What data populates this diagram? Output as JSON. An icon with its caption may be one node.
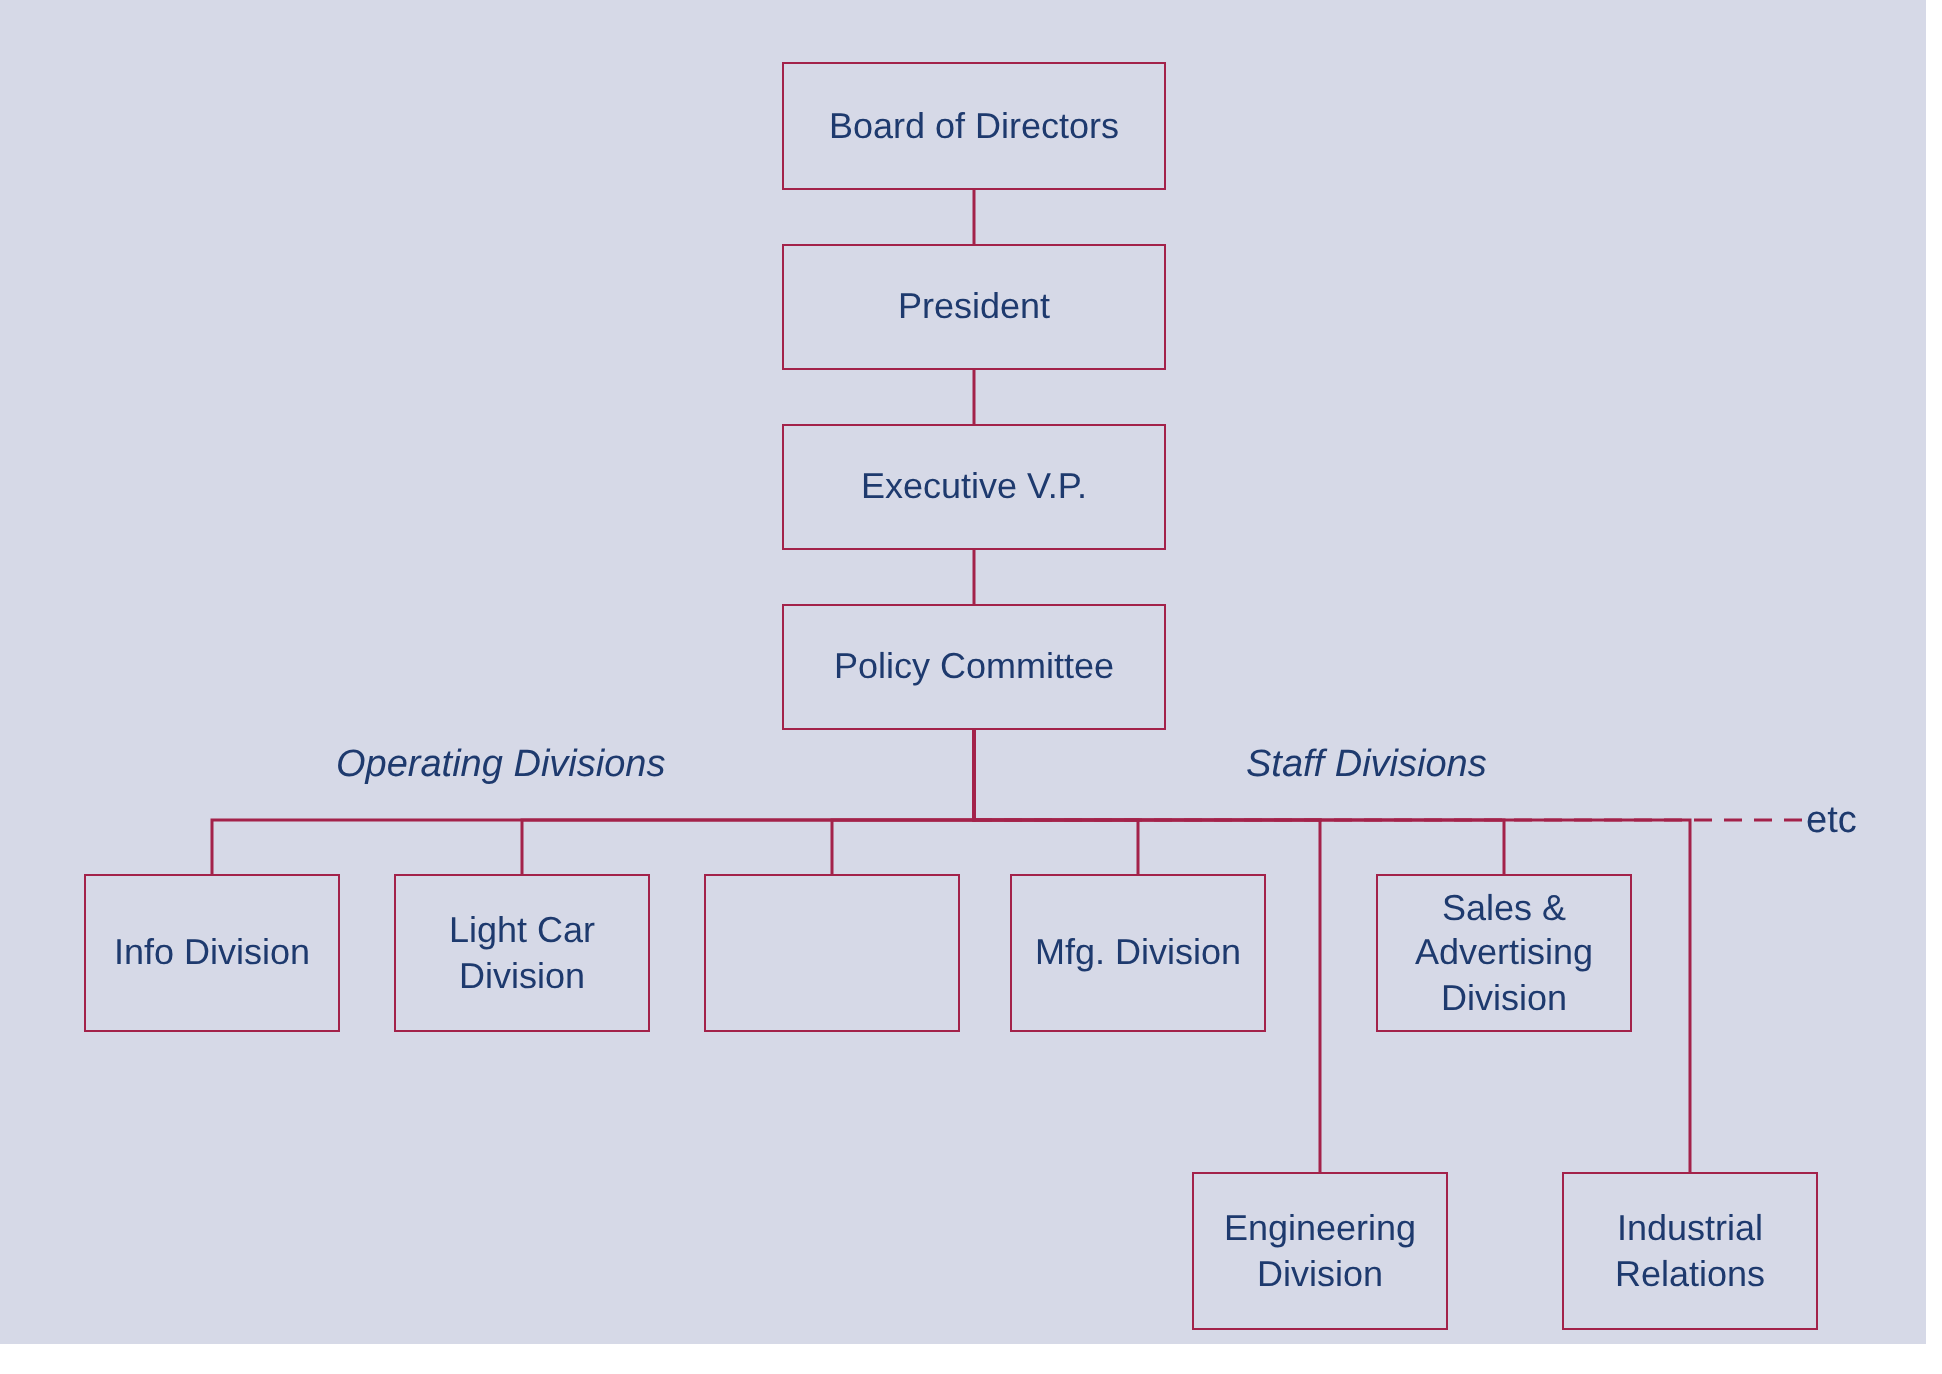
{
  "diagram": {
    "nodes": [
      {
        "text": [
          "Board of Directors"
        ]
      },
      {
        "text": [
          "President"
        ]
      },
      {
        "text": [
          "Executive V.P."
        ]
      },
      {
        "text": [
          "Policy Committee"
        ]
      },
      {
        "text": [
          "Info Division"
        ]
      },
      {
        "text": [
          "Light Car Division"
        ]
      },
      {
        "text": [],
        "shape": "box"
      },
      {
        "text": [
          "Mfg. Division"
        ]
      },
      {
        "text": [
          "Sales & Advertising Division"
        ]
      },
      {
        "text": [
          "Engineering Division"
        ]
      },
      {
        "text": [
          "Industrial Relations"
        ]
      },
      {
        "text": [
          "etc"
        ]
      }
    ],
    "edges": [
      {
        "from": 0,
        "to": 1,
        "arrow": "none"
      },
      {
        "from": 1,
        "to": 2,
        "arrow": "none"
      },
      {
        "from": 2,
        "to": 3,
        "arrow": "none"
      },
      {
        "from": 3,
        "to": 4,
        "arrow": "none"
      },
      {
        "from": 3,
        "to": 5,
        "arrow": "none"
      },
      {
        "from": 3,
        "to": 6,
        "arrow": "none"
      },
      {
        "from": 3,
        "to": 7,
        "arrow": "none"
      },
      {
        "from": 3,
        "to": 9,
        "arrow": "none"
      },
      {
        "from": 3,
        "to": 8,
        "arrow": "none"
      },
      {
        "from": 3,
        "to": 10,
        "arrow": "none"
      },
      {
        "from": 3,
        "to": 11,
        "arrow": "none",
        "style": "dashed"
      }
    ],
    "labels": [
      "Operating Divisions",
      "Staff Divisions"
    ]
  }
}
